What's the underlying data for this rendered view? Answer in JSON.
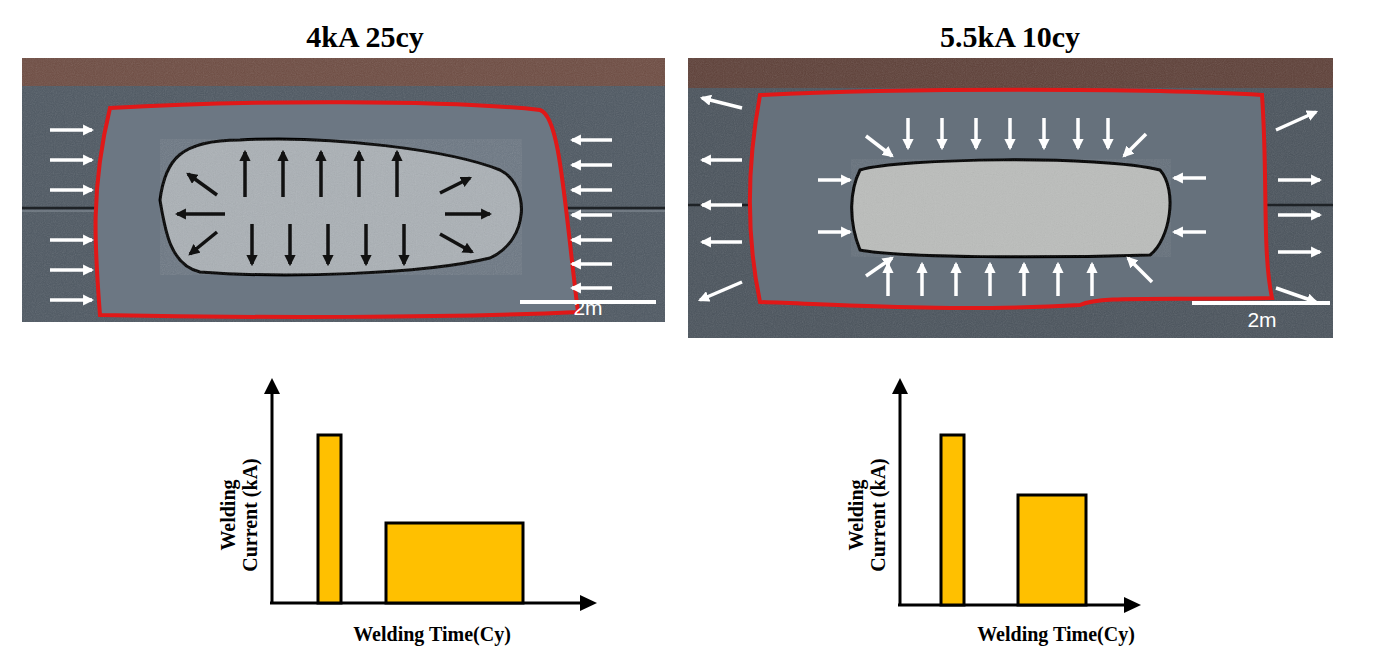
{
  "diagram": {
    "labels": [
      "4kA 25cy",
      "5.5kA 10cy",
      "2m",
      "2m",
      "Welding Current (kA)",
      "Welding Time(Cy)",
      "Welding Current (kA)",
      "Welding Time(Cy)"
    ]
  }
}
